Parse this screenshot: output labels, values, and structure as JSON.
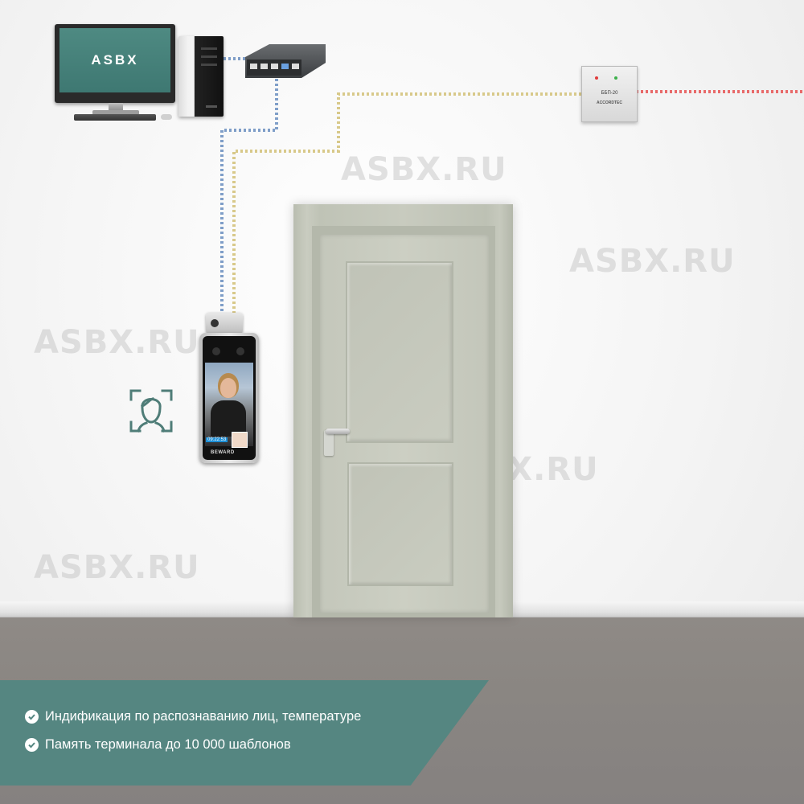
{
  "monitor": {
    "screen_label": "ASBX"
  },
  "watermarks": [
    "ASBX.RU",
    "ASBX.RU",
    "ASBX.RU",
    "ASBX.RU",
    "ASBX.RU"
  ],
  "terminal": {
    "time": "09:22:53",
    "brand": "BEWARD"
  },
  "power_supply": {
    "label": "ББП-20",
    "brand": "ACCORDTEC"
  },
  "features": [
    "Индификация по распознаванию лиц, температуре",
    "Память терминала до 10 000 шаблонов"
  ],
  "colors": {
    "banner": "#558681",
    "network_wire": "#7f9ec8",
    "power_wire": "#d8c98a",
    "lock_wire": "#e86a6a",
    "icon_accent": "#4f7d78"
  }
}
